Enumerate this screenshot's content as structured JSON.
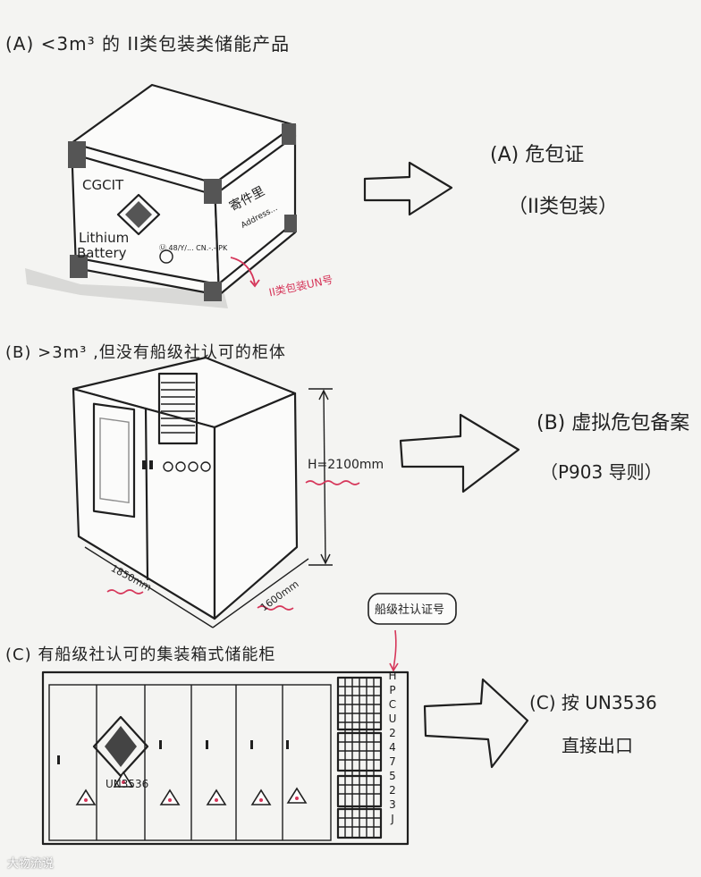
{
  "section_a": {
    "title": "(A)  <3m³ 的  II类包装类储能产品",
    "box_brand": "CGCIT",
    "box_lithium": "Lithium",
    "box_battery": "Battery",
    "box_un_mark": "Ⓤ 48/Y/... CN.-.-.PK",
    "box_side_label": "寄件里",
    "box_address": "Address...",
    "note_red": "II类包装UN号",
    "result_title": "(A)  危包证",
    "result_sub": "（II类包装）"
  },
  "section_b": {
    "title": "(B)   >3m³ ,但没有船级社认可的柜体",
    "height_label": "H=2100mm",
    "width_label": "1850mm",
    "depth_label": "1600mm",
    "result_title": "(B) 虚拟危包备案",
    "result_sub": "（P903 导则）"
  },
  "section_c": {
    "title": "(C)   有船级社认可的集装箱式储能柜",
    "cert_bubble": "船级社认证号",
    "un_label": "UN3536",
    "side_code": [
      "H",
      "P",
      "C",
      "U",
      "2",
      "4",
      "7",
      "5",
      "2",
      "3",
      "J"
    ],
    "result_title": "(C) 按 UN3536",
    "result_sub": "直接出口"
  },
  "watermark": "大物流说",
  "colors": {
    "ink": "#1f1f1f",
    "accent_red": "#d6365a",
    "paper": "#f4f4f2"
  }
}
